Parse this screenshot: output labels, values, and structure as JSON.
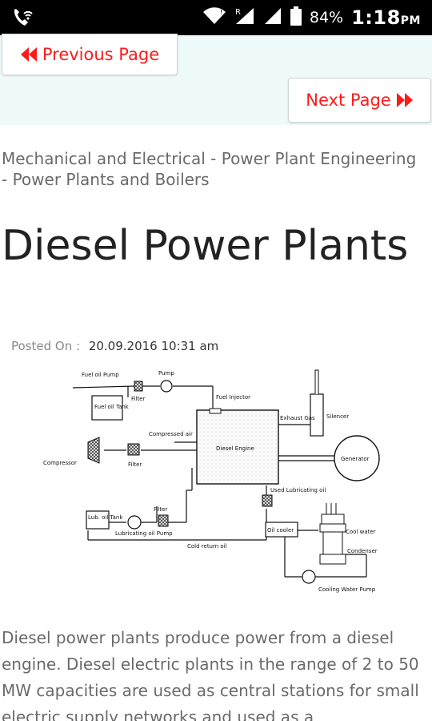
{
  "status_bar": {
    "battery": "84%",
    "time": "1:18",
    "ampm": "PM",
    "network_badge": "R",
    "icons": [
      "wifi-calling-icon",
      "wifi-icon",
      "signal-icon",
      "battery-icon"
    ]
  },
  "nav": {
    "previous_label": "Previous Page",
    "next_label": "Next Page",
    "accent_color": "#ff1a1a",
    "band_color": "#eefafa"
  },
  "article": {
    "breadcrumb": "Mechanical and Electrical - Power Plant Engineering - Power Plants and Boilers",
    "title": "Diesel Power Plants",
    "posted_label": "Posted On :",
    "posted_value": "20.09.2016 10:31 am",
    "body": "Diesel power plants produce power from a diesel engine. Diesel electric plants in the range of 2 to 50 MW capacities are used as central stations for small electric supply networks and used as a"
  },
  "diagram": {
    "labels": {
      "fuel_oil_pump": "Fuel oil Pump",
      "pump": "Pump",
      "filter_top": "Filter",
      "fuel_oil_tank": "Fuel oil Tank",
      "fuel_injector": "Fuel Injector",
      "exhaust_gas": "Exhaust Gas",
      "silencer": "Silencer",
      "compressed_air": "Compressed air",
      "compressor": "Compressor",
      "filter_mid": "Filter",
      "diesel_engine": "Diesel Engine",
      "generator": "Generator",
      "used_lubricating_oil": "Used Lubricating oil",
      "lube_oil_tank": "Lub. oil Tank",
      "filter_low": "Filter",
      "lubricating_oil_pump": "Lubricating oil Pump",
      "oil_cooler": "Oil cooler",
      "cool_water": "Cool water",
      "condenser": "Condenser",
      "cold_return_oil": "Cold return oil",
      "cooling_water_pump": "Cooling Water Pump"
    }
  }
}
